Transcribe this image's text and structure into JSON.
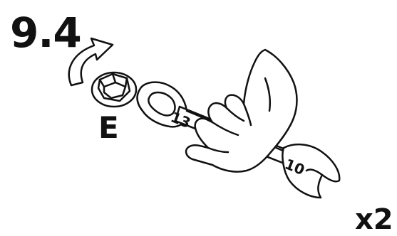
{
  "step_number": "9.4",
  "part_label": "E",
  "quantity": "x2",
  "wrench": {
    "size_large": "13",
    "size_small": "10"
  },
  "icons": {
    "rotation": "clockwise-arrow-icon",
    "nut": "hex-flange-nut-icon",
    "wrench": "combination-wrench-icon",
    "hand": "hand-icon"
  }
}
